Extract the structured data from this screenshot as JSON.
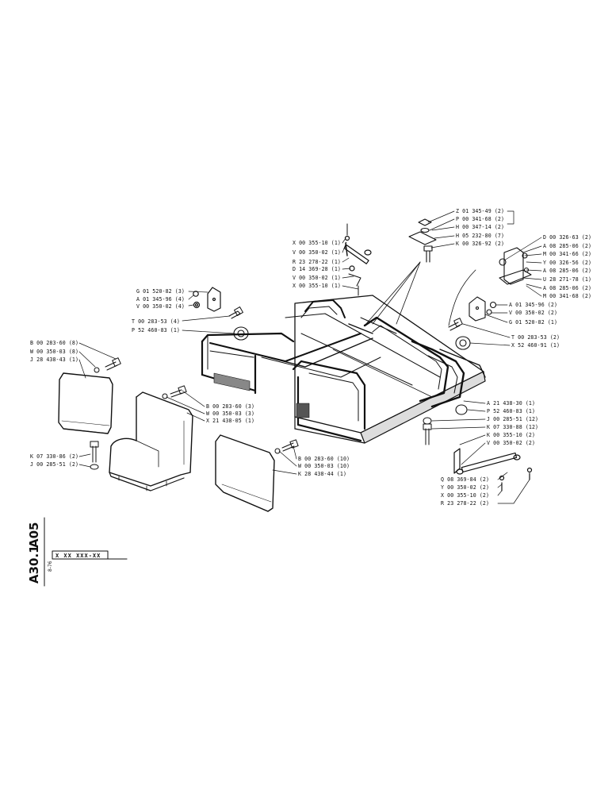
{
  "title_block": {
    "group_code": "A05",
    "figure_code": "A30.1",
    "date_code": "8-76",
    "reference_box": "X XX XXX-XX"
  },
  "callouts_left": [
    {
      "id": "G01520-82-3",
      "text": "G 01 520-82 (3)"
    },
    {
      "id": "A01345-96-4",
      "text": "A 01 345-96 (4)"
    },
    {
      "id": "V00350-02-4",
      "text": "V 00 350-02 (4)"
    },
    {
      "id": "T00283-53-4",
      "text": "T 00 283-53 (4)"
    },
    {
      "id": "P52460-83-1a",
      "text": "P 52 460-83 (1)"
    },
    {
      "id": "B00283-60-8",
      "text": "B 00 283-60 (8)"
    },
    {
      "id": "W00350-03-8",
      "text": "W 00 350-03 (8)"
    },
    {
      "id": "J28438-43-1",
      "text": "J 28 438-43 (1)"
    },
    {
      "id": "K07330-86-2",
      "text": "K 07 330-86 (2)"
    },
    {
      "id": "J00285-51-2",
      "text": "J 00 285-51 (2)"
    }
  ],
  "callouts_top": [
    {
      "id": "X00355-10-1a",
      "text": "X 00 355-10 (1)"
    },
    {
      "id": "V00350-02-1a",
      "text": "V 00 350-02 (1)"
    },
    {
      "id": "R23278-22-1",
      "text": "R 23 278-22 (1)"
    },
    {
      "id": "D14369-28-1",
      "text": "D 14 369-28 (1)"
    },
    {
      "id": "V00350-02-1b",
      "text": "V 00 350-02 (1)"
    },
    {
      "id": "X00355-10-1b",
      "text": "X 00 355-10 (1)"
    }
  ],
  "callouts_center": [
    {
      "id": "B00283-60-3",
      "text": "B 00 283-60 (3)"
    },
    {
      "id": "W00350-03-3",
      "text": "W 00 350-03 (3)"
    },
    {
      "id": "X21438-05-1",
      "text": "X 21 438-05 (1)"
    },
    {
      "id": "B00283-60-10",
      "text": "B 00 283-60 (10)"
    },
    {
      "id": "W00350-03-10",
      "text": "W 00 350-03 (10)"
    },
    {
      "id": "K28438-44-1",
      "text": "K 28 438-44 (1)"
    }
  ],
  "callouts_right_top": [
    {
      "id": "Z01345-49-2",
      "text": "Z 01 345-49 (2)"
    },
    {
      "id": "P00341-68-2",
      "text": "P 00 341-68 (2)"
    },
    {
      "id": "H00347-14-2",
      "text": "H 00 347-14 (2)"
    },
    {
      "id": "H05232-80-7",
      "text": "H 05 232-80 (7)"
    },
    {
      "id": "K00326-92-2",
      "text": "K 00 326-92 (2)"
    }
  ],
  "callouts_right": [
    {
      "id": "D00326-63-2",
      "text": "D 00 326-63 (2)"
    },
    {
      "id": "A08285-06-2a",
      "text": "A 08 285-06 (2)"
    },
    {
      "id": "M00341-66-2",
      "text": "M 00 341-66 (2)"
    },
    {
      "id": "Y00326-56-2",
      "text": "Y 00 326-56 (2)"
    },
    {
      "id": "A08285-06-2b",
      "text": "A 08 285-06 (2)"
    },
    {
      "id": "U28271-78-1",
      "text": "U 28 271-78 (1)"
    },
    {
      "id": "A08285-06-2c",
      "text": "A 08 285-06 (2)"
    },
    {
      "id": "M00341-68-2",
      "text": "M 00 341-68 (2)"
    },
    {
      "id": "A01345-96-2",
      "text": "A 01 345-96 (2)"
    },
    {
      "id": "V00350-02-2a",
      "text": "V 00 350-02 (2)"
    },
    {
      "id": "G01520-82-1",
      "text": "G 01 520-82 (1)"
    },
    {
      "id": "T00283-53-2",
      "text": "T 00 283-53 (2)"
    },
    {
      "id": "X52460-91-1",
      "text": "X 52 460-91 (1)"
    }
  ],
  "callouts_right_bottom": [
    {
      "id": "A21438-30-1",
      "text": "A 21 438-30 (1)"
    },
    {
      "id": "P52460-83-1b",
      "text": "P 52 460-83 (1)"
    },
    {
      "id": "J00285-51-12",
      "text": "J 00 285-51 (12)"
    },
    {
      "id": "K07330-88-12",
      "text": "K 07 330-88 (12)"
    },
    {
      "id": "K00355-10-2",
      "text": "K 00 355-10 (2)"
    },
    {
      "id": "V00350-02-2b",
      "text": "V 00 350-02 (2)"
    },
    {
      "id": "Q08369-84-2",
      "text": "Q 08 369-84 (2)"
    },
    {
      "id": "Y00350-02-2",
      "text": "Y 00 350-02 (2)"
    },
    {
      "id": "X00355-10-2",
      "text": "X 00 355-10 (2)"
    },
    {
      "id": "R23278-22-2",
      "text": "R 23 278-22 (2)"
    }
  ]
}
